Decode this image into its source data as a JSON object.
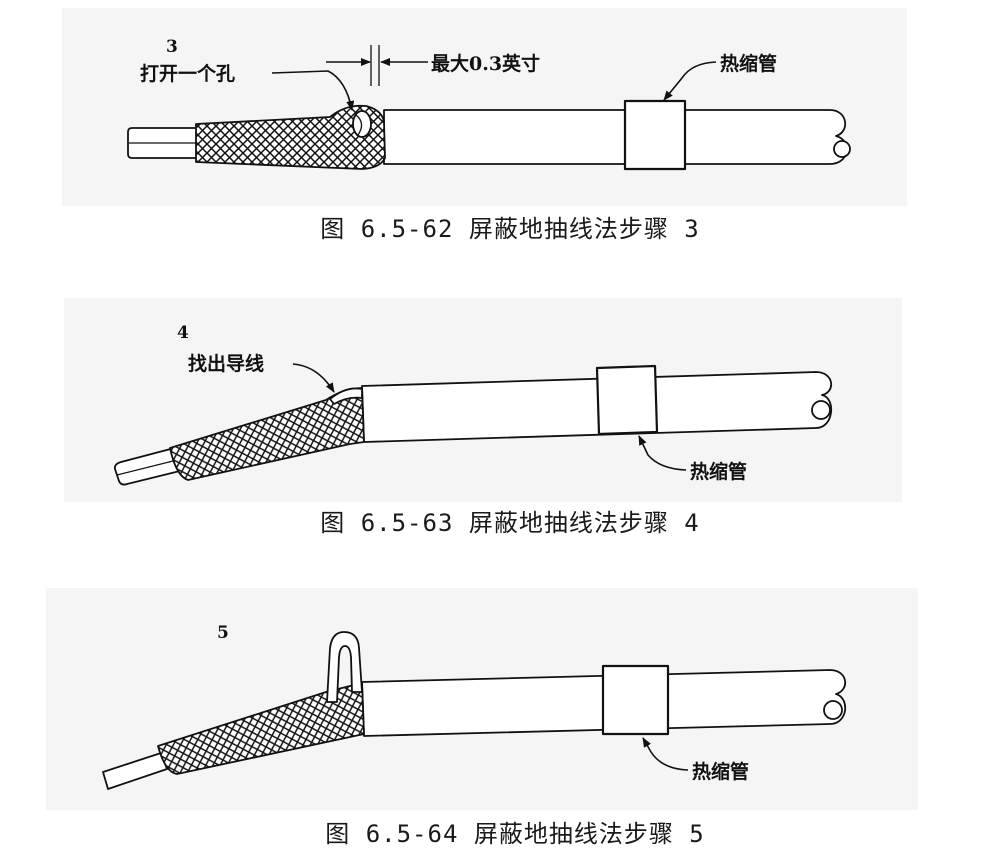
{
  "figures": [
    {
      "step_number": "3",
      "labels": {
        "hole": "打开一个孔",
        "dimension": "最大0.3英寸",
        "heat_shrink": "热缩管"
      },
      "caption": "图 6.5-62 屏蔽地抽线法步骤 3"
    },
    {
      "step_number": "4",
      "labels": {
        "find_wire": "找出导线",
        "heat_shrink": "热缩管"
      },
      "caption": "图 6.5-63 屏蔽地抽线法步骤 4"
    },
    {
      "step_number": "5",
      "labels": {
        "heat_shrink": "热缩管"
      },
      "caption": "图 6.5-64 屏蔽地抽线法步骤 5"
    }
  ],
  "colors": {
    "line": "#111111",
    "page": "#ffffff",
    "scan_background": "#f5f5f5"
  }
}
